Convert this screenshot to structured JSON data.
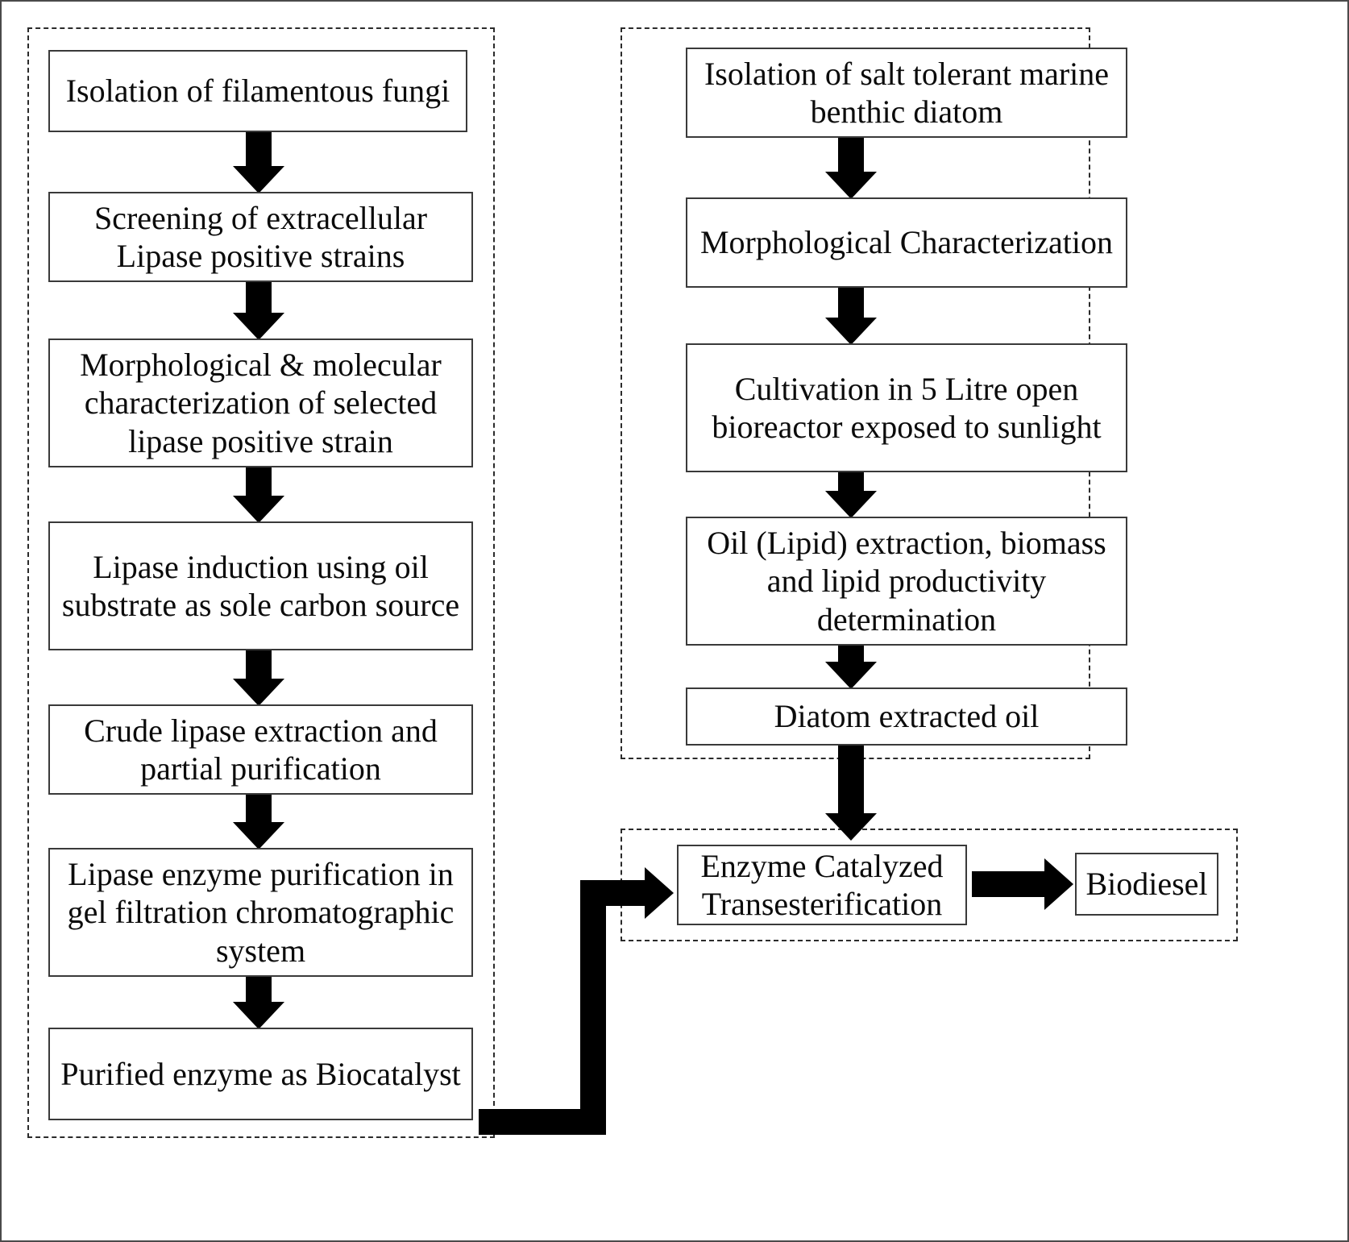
{
  "diagram": {
    "title": "Biodiesel production workflow flowchart",
    "colors": {
      "box_border": "#3a3a3a",
      "group_border": "#2b2b2b",
      "arrow": "#000000",
      "background": "#ffffff",
      "text": "#0b0b0b"
    },
    "groups": [
      {
        "id": "fungal-lipase-group",
        "label": ""
      },
      {
        "id": "diatom-oil-group",
        "label": ""
      },
      {
        "id": "transesterification-group",
        "label": ""
      }
    ],
    "left_branch": {
      "name": "fungal-lipase-branch",
      "nodes": [
        {
          "id": "isolation-filamentous-fungi",
          "label": "Isolation of filamentous fungi"
        },
        {
          "id": "screening-lipase-positive",
          "label": "Screening of extracellular Lipase positive strains"
        },
        {
          "id": "morphological-molecular-characterization",
          "label": "Morphological & molecular characterization of selected lipase positive strain"
        },
        {
          "id": "lipase-induction",
          "label": "Lipase induction using oil substrate as sole carbon source"
        },
        {
          "id": "crude-lipase-extraction",
          "label": "Crude lipase extraction and partial purification"
        },
        {
          "id": "lipase-enzyme-purification",
          "label": "Lipase enzyme purification in gel filtration chromatographic system"
        },
        {
          "id": "purified-enzyme-biocatalyst",
          "label": "Purified enzyme as Biocatalyst"
        }
      ]
    },
    "right_branch": {
      "name": "diatom-oil-branch",
      "nodes": [
        {
          "id": "isolation-salt-tolerant-diatom",
          "label": "Isolation of salt tolerant marine benthic diatom"
        },
        {
          "id": "morphological-characterization",
          "label": "Morphological Characterization"
        },
        {
          "id": "cultivation-bioreactor",
          "label": "Cultivation in 5 Litre open bioreactor exposed to sunlight"
        },
        {
          "id": "oil-lipid-extraction",
          "label": "Oil (Lipid) extraction, biomass and lipid productivity determination"
        },
        {
          "id": "diatom-extracted-oil",
          "label": "Diatom extracted oil"
        }
      ]
    },
    "final_branch": {
      "name": "transesterification-branch",
      "nodes": [
        {
          "id": "enzyme-catalyzed-transesterification",
          "label": "Enzyme Catalyzed Transesterification"
        },
        {
          "id": "biodiesel",
          "label": "Biodiesel"
        }
      ]
    },
    "connections": [
      {
        "from": "isolation-filamentous-fungi",
        "to": "screening-lipase-positive",
        "direction": "down"
      },
      {
        "from": "screening-lipase-positive",
        "to": "morphological-molecular-characterization",
        "direction": "down"
      },
      {
        "from": "morphological-molecular-characterization",
        "to": "lipase-induction",
        "direction": "down"
      },
      {
        "from": "lipase-induction",
        "to": "crude-lipase-extraction",
        "direction": "down"
      },
      {
        "from": "crude-lipase-extraction",
        "to": "lipase-enzyme-purification",
        "direction": "down"
      },
      {
        "from": "lipase-enzyme-purification",
        "to": "purified-enzyme-biocatalyst",
        "direction": "down"
      },
      {
        "from": "isolation-salt-tolerant-diatom",
        "to": "morphological-characterization",
        "direction": "down"
      },
      {
        "from": "morphological-characterization",
        "to": "cultivation-bioreactor",
        "direction": "down"
      },
      {
        "from": "cultivation-bioreactor",
        "to": "oil-lipid-extraction",
        "direction": "down"
      },
      {
        "from": "oil-lipid-extraction",
        "to": "diatom-extracted-oil",
        "direction": "down"
      },
      {
        "from": "diatom-extracted-oil",
        "to": "enzyme-catalyzed-transesterification",
        "direction": "down"
      },
      {
        "from": "purified-enzyme-biocatalyst",
        "to": "enzyme-catalyzed-transesterification",
        "direction": "elbow-up-right"
      },
      {
        "from": "enzyme-catalyzed-transesterification",
        "to": "biodiesel",
        "direction": "right"
      }
    ]
  }
}
